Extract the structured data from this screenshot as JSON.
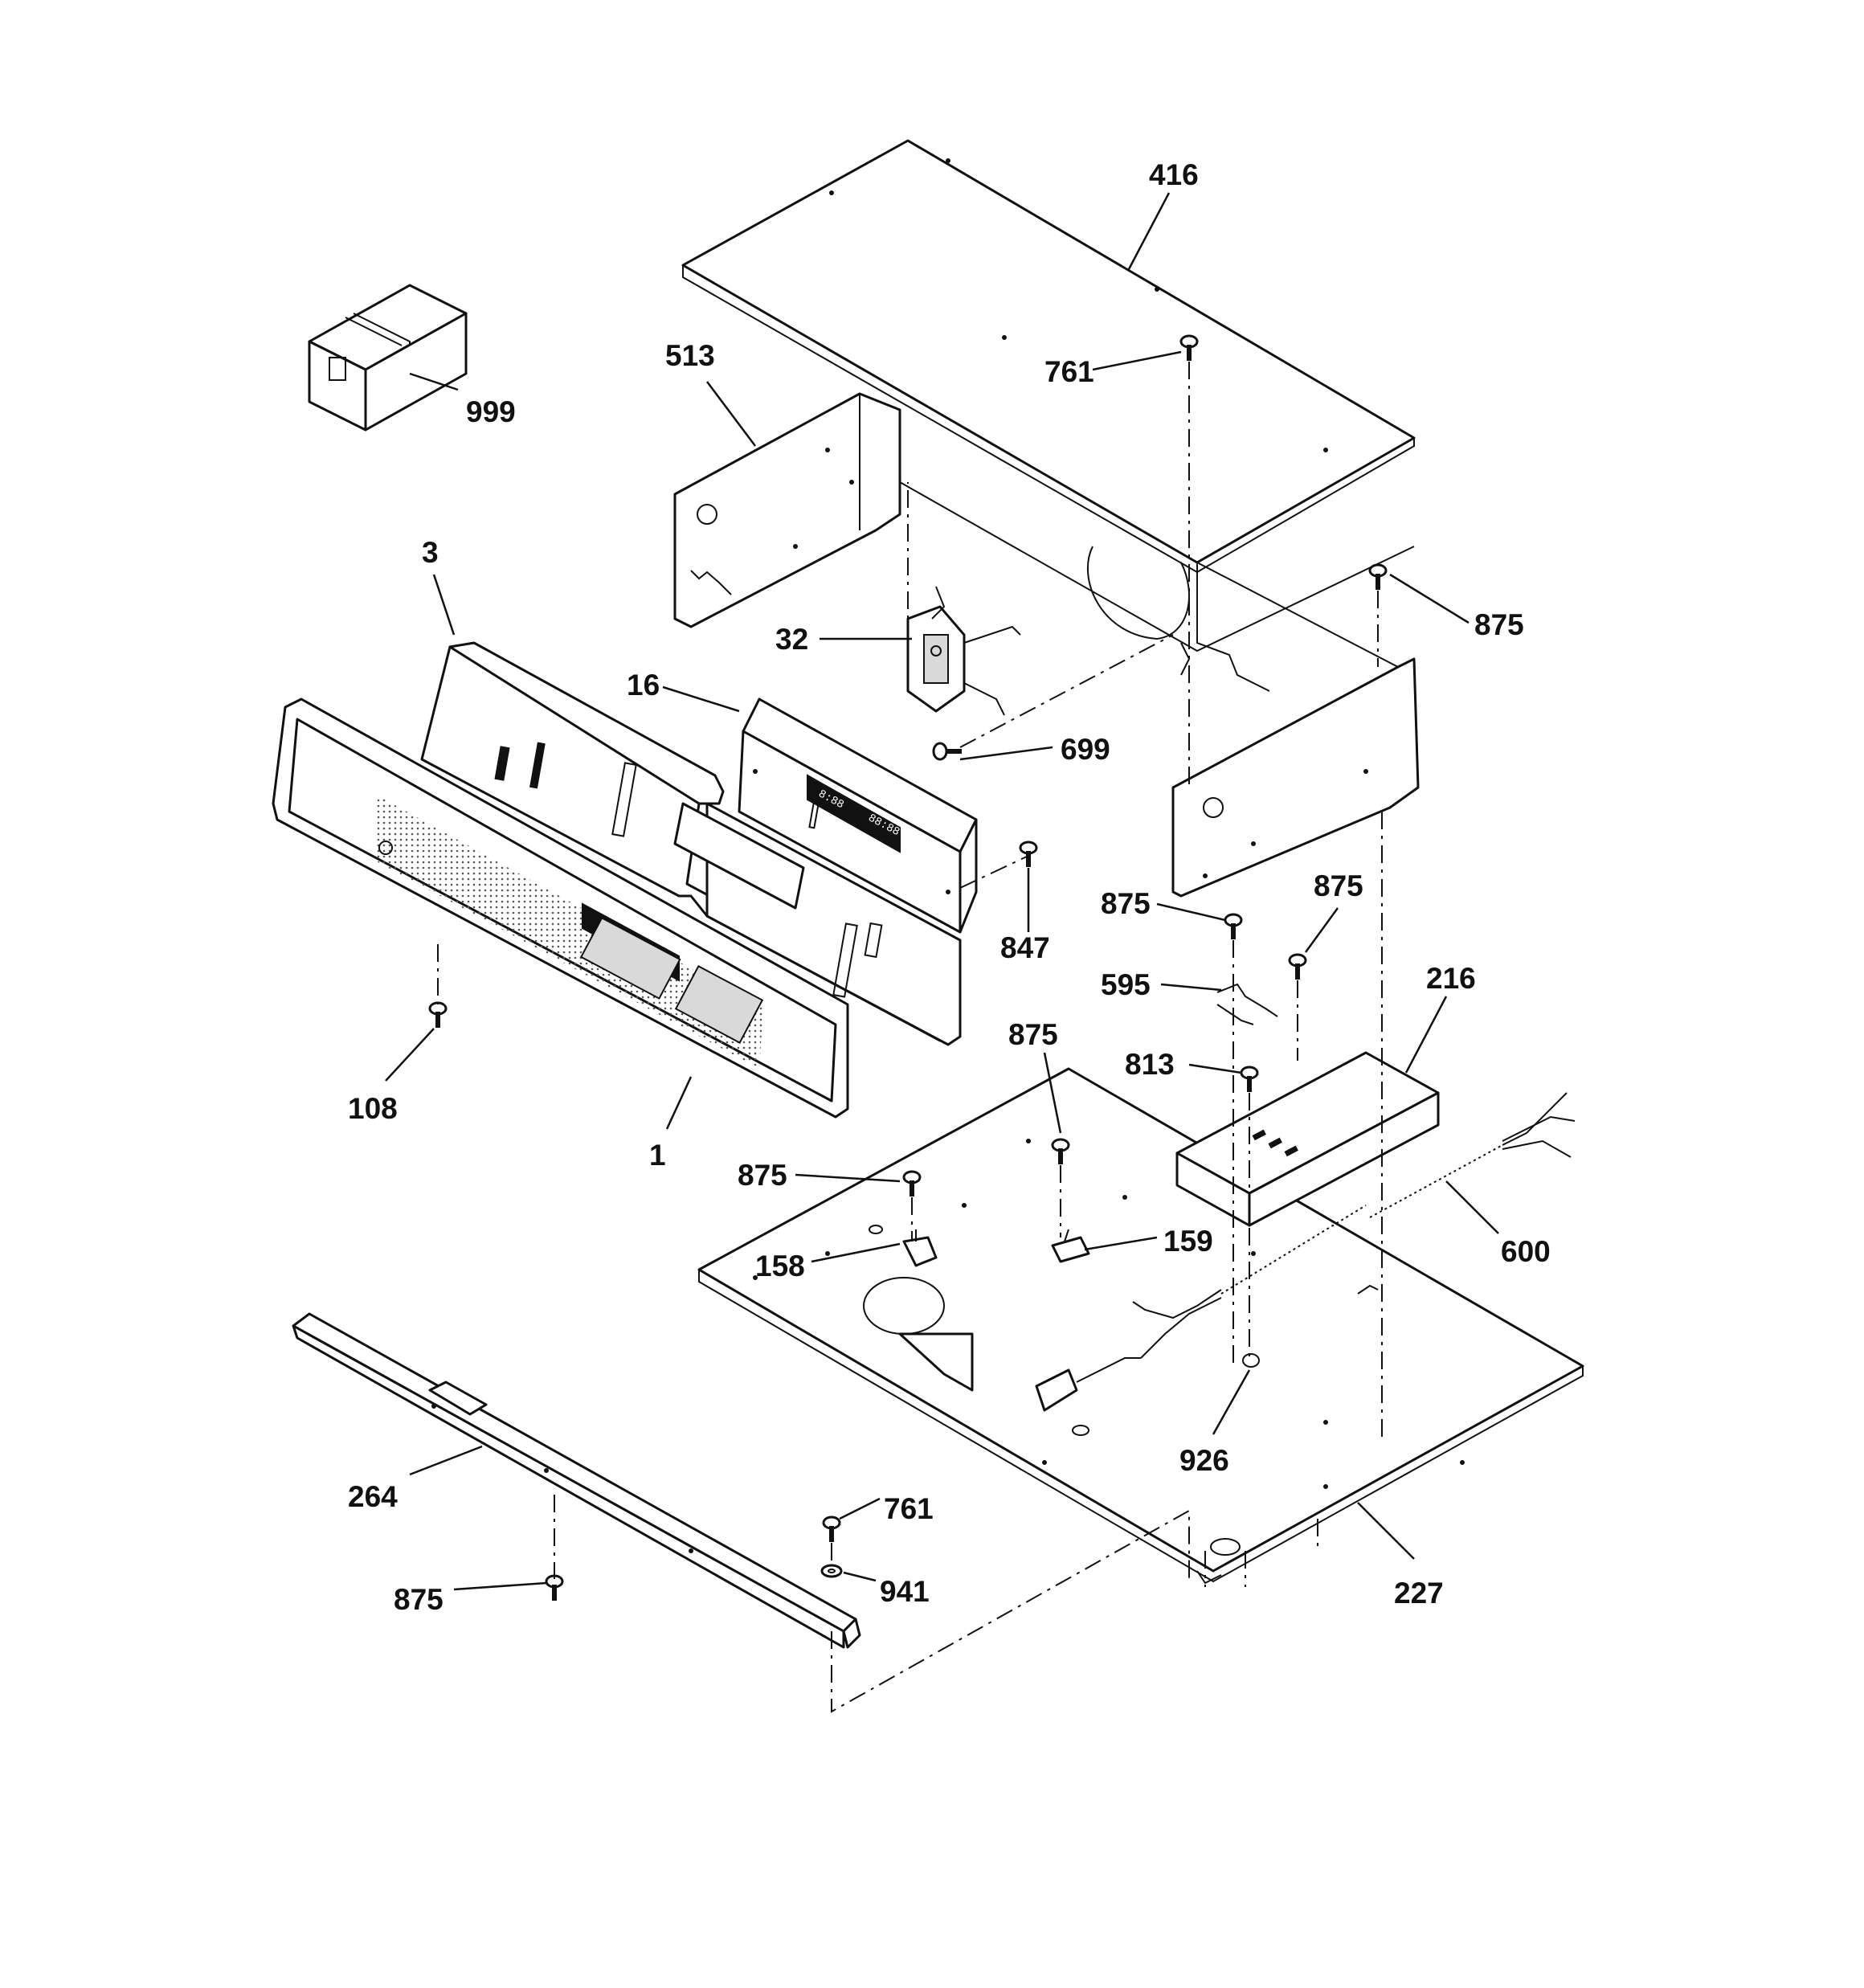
{
  "diagram": {
    "type": "exploded-parts-view",
    "callouts": [
      {
        "id": "c416",
        "label": "416",
        "part": "top-panel"
      },
      {
        "id": "c513",
        "label": "513",
        "part": "left-side-bracket"
      },
      {
        "id": "c761a",
        "label": "761",
        "part": "screw-top"
      },
      {
        "id": "c999",
        "label": "999",
        "part": "parts-box"
      },
      {
        "id": "c3",
        "label": "3",
        "part": "control-panel-backing"
      },
      {
        "id": "c32",
        "label": "32",
        "part": "latch-motor-assembly"
      },
      {
        "id": "c875a",
        "label": "875",
        "part": "screw-right-upper"
      },
      {
        "id": "c16",
        "label": "16",
        "part": "electronic-control-board"
      },
      {
        "id": "c699",
        "label": "699",
        "part": "screw-latch"
      },
      {
        "id": "c847",
        "label": "847",
        "part": "screw-control"
      },
      {
        "id": "c875b",
        "label": "875",
        "part": "screw-mid-left"
      },
      {
        "id": "c875c",
        "label": "875",
        "part": "screw-mid-right"
      },
      {
        "id": "c216",
        "label": "216",
        "part": "terminal-cover"
      },
      {
        "id": "c595",
        "label": "595",
        "part": "conduit-clamp"
      },
      {
        "id": "c108",
        "label": "108",
        "part": "screw-front-panel"
      },
      {
        "id": "c1",
        "label": "1",
        "part": "control-panel-faceplate"
      },
      {
        "id": "c875d",
        "label": "875",
        "part": "screw-base-center"
      },
      {
        "id": "c813",
        "label": "813",
        "part": "screw-terminal"
      },
      {
        "id": "c875e",
        "label": "875",
        "part": "screw-base-left"
      },
      {
        "id": "c159",
        "label": "159",
        "part": "thermal-switch-right"
      },
      {
        "id": "c158",
        "label": "158",
        "part": "thermal-switch-left"
      },
      {
        "id": "c600",
        "label": "600",
        "part": "power-cord-conduit"
      },
      {
        "id": "c926",
        "label": "926",
        "part": "grommet"
      },
      {
        "id": "c264",
        "label": "264",
        "part": "front-trim-rail"
      },
      {
        "id": "c761b",
        "label": "761",
        "part": "screw-rail"
      },
      {
        "id": "c941",
        "label": "941",
        "part": "washer"
      },
      {
        "id": "c875f",
        "label": "875",
        "part": "screw-rail-bottom"
      },
      {
        "id": "c227",
        "label": "227",
        "part": "base-plate"
      }
    ],
    "display": {
      "segments_left": "8:88",
      "segments_right": "88:88"
    }
  }
}
